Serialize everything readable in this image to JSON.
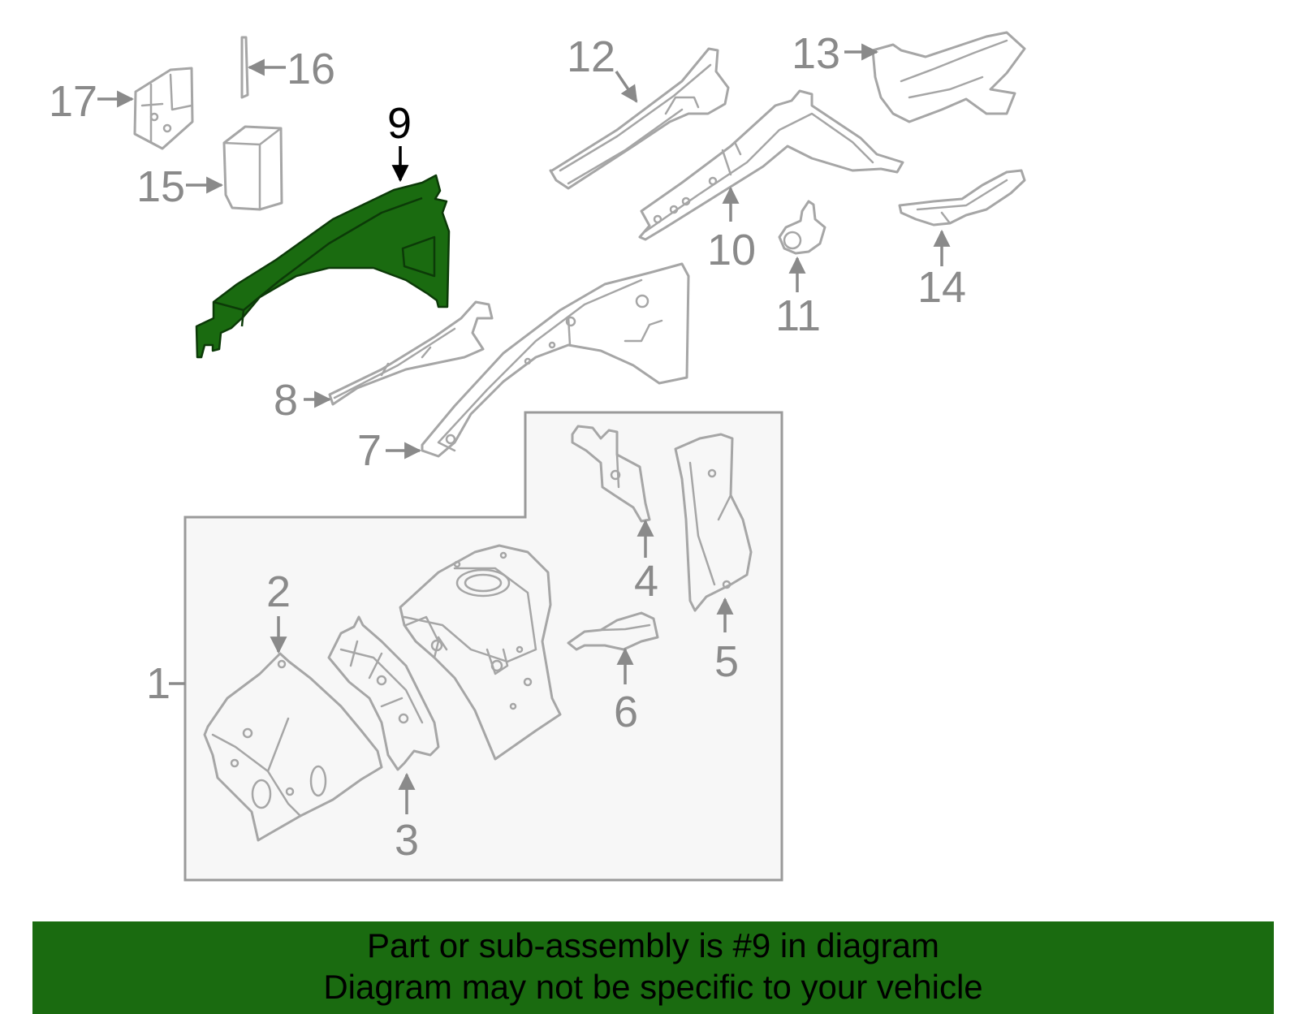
{
  "callouts": [
    "1",
    "2",
    "3",
    "4",
    "5",
    "6",
    "7",
    "8",
    "9",
    "10",
    "11",
    "12",
    "13",
    "14",
    "15",
    "16",
    "17"
  ],
  "highlighted_part": "9",
  "colors": {
    "highlight": "#1a6b10",
    "banner": "#1a6b10",
    "line": "#a6a6a6",
    "label": "#8a8a8a",
    "subassembly_box": "#f7f7f7"
  },
  "banner": {
    "line1": "Part or sub-assembly is #9 in diagram",
    "line2": "Diagram may not be specific to your vehicle"
  }
}
